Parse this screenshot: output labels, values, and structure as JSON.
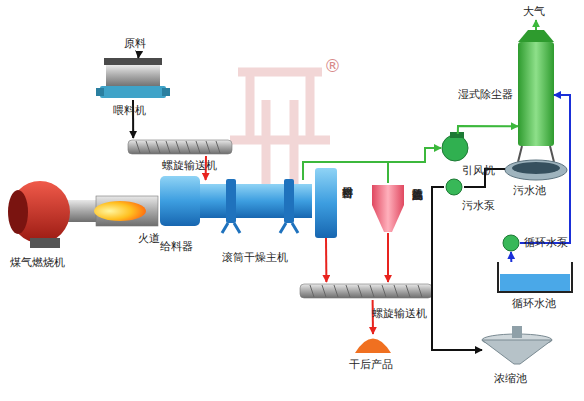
{
  "diagram": {
    "nodes": [
      {
        "text": [
          "原料"
        ]
      },
      {
        "text": [
          "喂料机"
        ]
      },
      {
        "text": [
          "螺旋输送机"
        ]
      },
      {
        "text": [
          "煤气燃烧机"
        ]
      },
      {
        "text": [
          "火道"
        ]
      },
      {
        "text": [
          "给料器"
        ]
      },
      {
        "text": [
          "滚筒干燥主机"
        ]
      },
      {
        "text": [
          "密封排料器"
        ]
      },
      {
        "text": [
          "螺旋输送机"
        ]
      },
      {
        "text": [
          "干后产品"
        ]
      },
      {
        "text": [
          "高效旋风除尘器"
        ]
      },
      {
        "text": [
          "引风机"
        ]
      },
      {
        "text": [
          "湿式除尘器"
        ]
      },
      {
        "text": [
          "大气"
        ]
      },
      {
        "text": [
          "污水泵"
        ]
      },
      {
        "text": [
          "污水池"
        ]
      },
      {
        "text": [
          "循环水泵"
        ]
      },
      {
        "text": [
          "循环水池"
        ]
      },
      {
        "text": [
          "浓缩池"
        ]
      }
    ],
    "edges": [
      {
        "from": 0,
        "to": 1,
        "arrow": "to"
      },
      {
        "from": 1,
        "to": 2,
        "arrow": "to"
      },
      {
        "from": 2,
        "to": 6,
        "arrow": "to"
      },
      {
        "from": 6,
        "to": 10,
        "arrow": "none"
      },
      {
        "from": 10,
        "to": 11,
        "arrow": "to"
      },
      {
        "from": 11,
        "to": 12,
        "arrow": "to"
      },
      {
        "from": 12,
        "to": 13,
        "arrow": "to"
      },
      {
        "from": 7,
        "to": 8,
        "arrow": "to"
      },
      {
        "from": 10,
        "to": 8,
        "arrow": "to"
      },
      {
        "from": 8,
        "to": 9,
        "arrow": "to"
      },
      {
        "from": 15,
        "to": 14,
        "arrow": "none"
      },
      {
        "from": 14,
        "to": 18,
        "arrow": "to"
      },
      {
        "from": 17,
        "to": 16,
        "arrow": "to"
      },
      {
        "from": 16,
        "to": 12,
        "arrow": "to"
      }
    ],
    "labels": [
      "®"
    ]
  }
}
